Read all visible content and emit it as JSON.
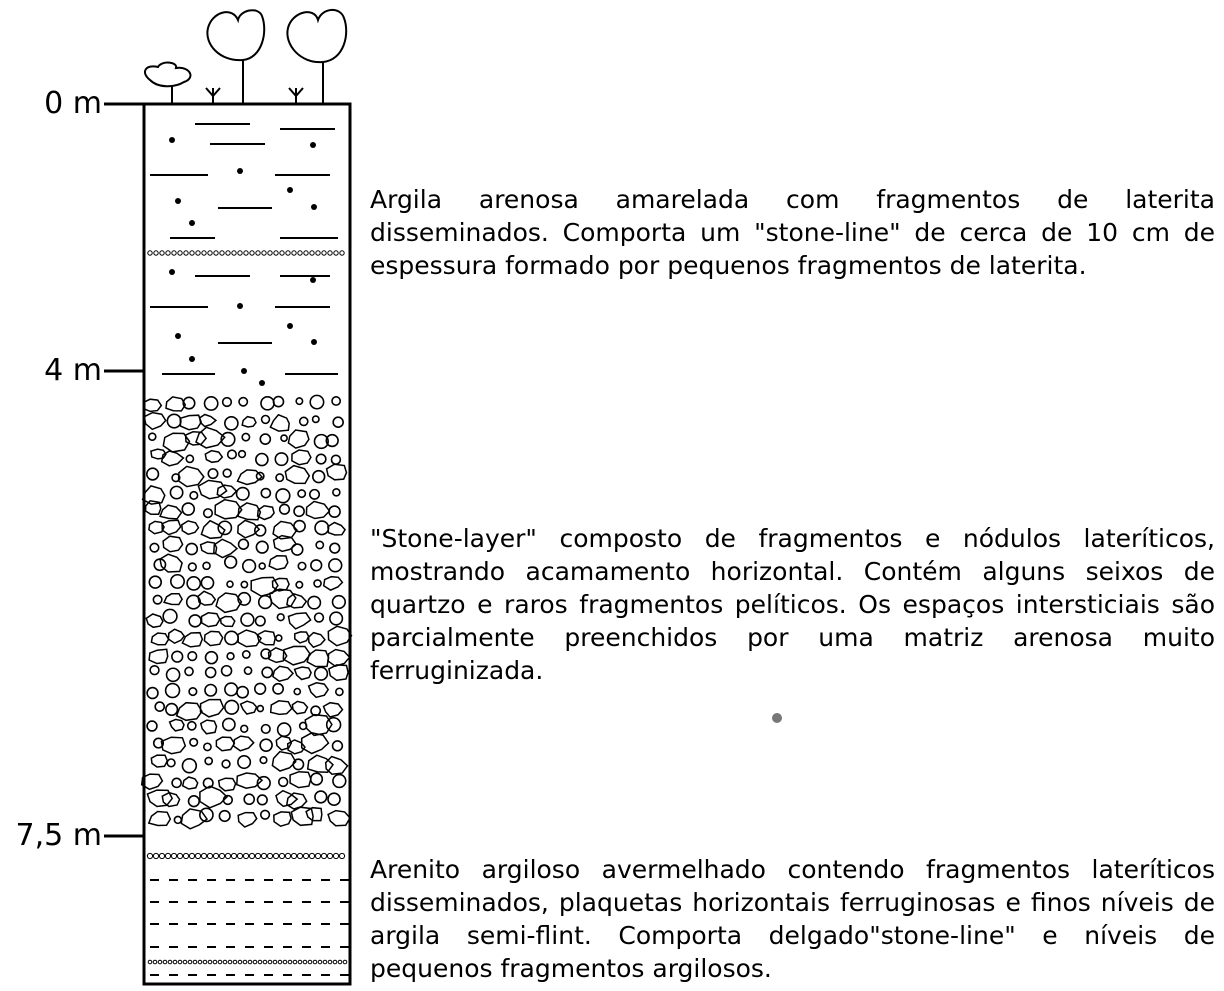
{
  "depth_labels": {
    "top": "0 m",
    "middle": "4 m",
    "base": "7,5 m"
  },
  "layers": [
    {
      "id": "upper",
      "description": "Argila arenosa amarelada com fragmentos de laterita disseminados. Comporta um \"stone-line\" de cerca de 10 cm de espessura formado por pequenos fragmentos de laterita."
    },
    {
      "id": "stone-layer",
      "description": "\"Stone-layer\" composto de fragmentos e nódulos lateríticos, mostrando acamamento horizontal. Contém alguns seixos de quartzo e raros fragmentos pelíticos. Os espaços intersticiais são parcialmente preenchidos por uma matriz arenosa muito ferruginizada."
    },
    {
      "id": "lower",
      "description": "Arenito argiloso avermelhado contendo fragmentos lateríticos disseminados, plaquetas horizontais ferruginosas e finos níveis de argila semi-flint. Comporta delgado\"stone-line\" e níveis de pequenos fragmentos argilosos."
    }
  ]
}
